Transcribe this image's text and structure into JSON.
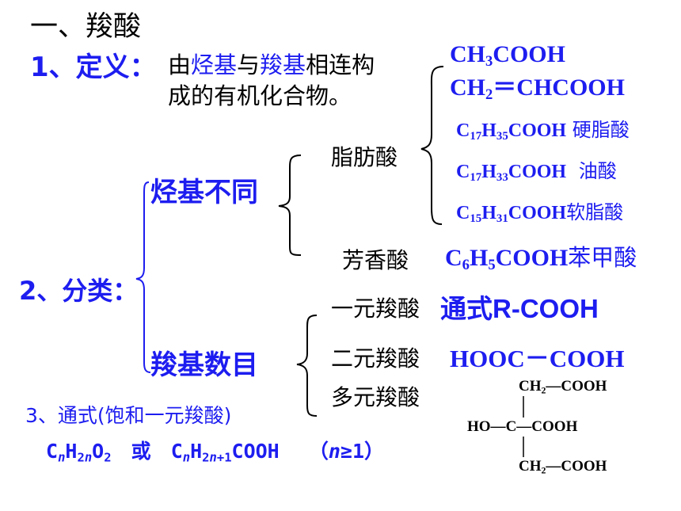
{
  "title": "一、羧酸",
  "definition": {
    "label": "1、定义：",
    "text_parts": [
      "由",
      "烃基",
      "与",
      "羧基",
      "相连构"
    ],
    "line2": "成的有机化合物。"
  },
  "classification": {
    "label": "2、分类：",
    "by_hydrocarbon": {
      "label": "烃基不同",
      "fatty_acid": {
        "label": "脂肪酸",
        "examples": [
          {
            "formula": [
              "CH",
              "3",
              "COOH"
            ],
            "name": ""
          },
          {
            "formula": [
              "CH",
              "2",
              "＝CHCOOH"
            ],
            "name": ""
          },
          {
            "formula": [
              "C",
              "17",
              "H",
              "35",
              "COOH"
            ],
            "name": "硬脂酸"
          },
          {
            "formula": [
              "C",
              "17",
              "H",
              "33",
              "COOH"
            ],
            "name": "油酸"
          },
          {
            "formula": [
              "C",
              "15",
              "H",
              "31",
              "COOH"
            ],
            "name": "软脂酸"
          }
        ]
      },
      "aromatic_acid": {
        "label": "芳香酸",
        "formula": [
          "C",
          "6",
          "H",
          "5",
          "COOH"
        ],
        "name": "苯甲酸"
      }
    },
    "by_carboxyl_count": {
      "label": "羧基数目",
      "mono": {
        "label": "一元羧酸",
        "formula_label": "通式R-COOH"
      },
      "di": {
        "label": "二元羧酸",
        "formula": "HOOC－COOH"
      },
      "poly": {
        "label": "多元羧酸",
        "structure": {
          "top": [
            "CH",
            "2",
            "—COOH"
          ],
          "middle_left": "HO—",
          "center": "C",
          "middle_right": "—COOH",
          "bottom": [
            "CH",
            "2",
            "—COOH"
          ]
        }
      }
    }
  },
  "general_formula": {
    "label": "3、通式(饱和一元羧酸)",
    "f1": [
      "C",
      "n",
      "H",
      "2n",
      "O",
      "2"
    ],
    "or": "或",
    "f2": [
      "C",
      "n",
      "H",
      "2n+1",
      "COOH"
    ],
    "condition_open": "（",
    "condition_var": "n",
    "condition_rest": "≥1）"
  },
  "colors": {
    "accent": "#1d1df0",
    "text": "#000000"
  }
}
